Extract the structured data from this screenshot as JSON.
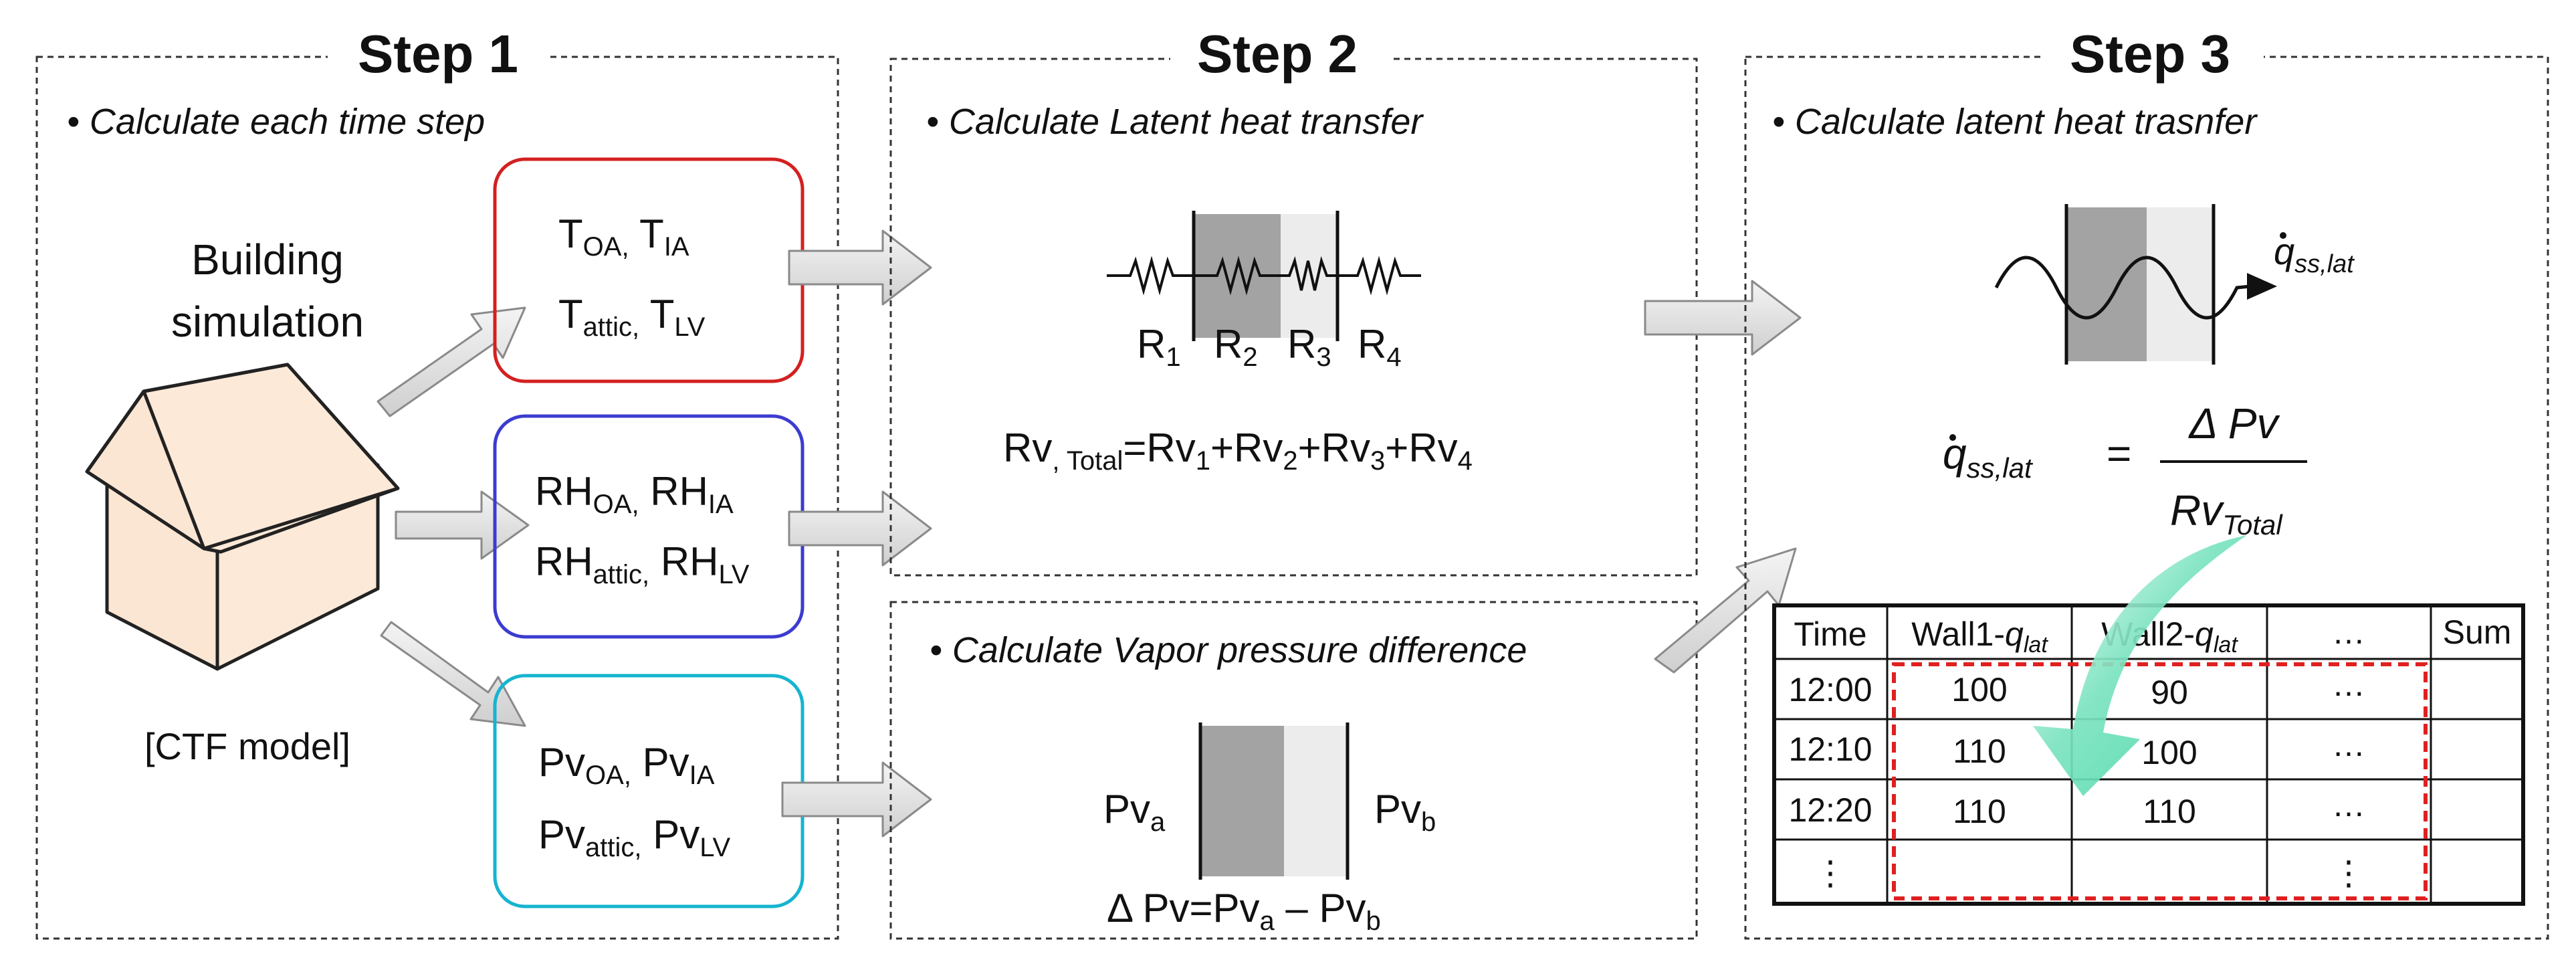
{
  "step1": {
    "title": "Step 1",
    "bullet": "• Calculate each time step",
    "building_label_line1": "Building",
    "building_label_line2": "simulation",
    "model_label": "[CTF model]",
    "temp_box": {
      "row1": [
        {
          "base": "T",
          "sub": "OA,"
        },
        {
          "base": "T",
          "sub": "IA"
        }
      ],
      "row2": [
        {
          "base": "T",
          "sub": "attic,"
        },
        {
          "base": "T",
          "sub": "LV"
        }
      ],
      "border_color": "#d42020"
    },
    "rh_box": {
      "row1": [
        {
          "base": "RH",
          "sub": "OA,"
        },
        {
          "base": "RH",
          "sub": "IA"
        }
      ],
      "row2": [
        {
          "base": "RH",
          "sub": "attic,"
        },
        {
          "base": "RH",
          "sub": "LV"
        }
      ],
      "border_color": "#3c3cd0"
    },
    "pv_box": {
      "row1": [
        {
          "base": "Pv",
          "sub": "OA,"
        },
        {
          "base": "Pv",
          "sub": "IA"
        }
      ],
      "row2": [
        {
          "base": "Pv",
          "sub": "attic,"
        },
        {
          "base": "Pv",
          "sub": "LV"
        }
      ],
      "border_color": "#16b4d0"
    }
  },
  "step2": {
    "title": "Step 2",
    "bullet_latent": "• Calculate Latent heat transfer",
    "resistors": [
      {
        "base": "R",
        "sub": "1"
      },
      {
        "base": "R",
        "sub": "2"
      },
      {
        "base": "R",
        "sub": "3"
      },
      {
        "base": "R",
        "sub": "4"
      }
    ],
    "total_eq": {
      "lhs_base": "Rv",
      "lhs_sub": ", Total",
      "terms": [
        {
          "base": "Rv",
          "sub": "1"
        },
        {
          "base": "Rv",
          "sub": "2"
        },
        {
          "base": "Rv",
          "sub": "3"
        },
        {
          "base": "Rv",
          "sub": "4"
        }
      ]
    },
    "bullet_vapor": "• Calculate Vapor pressure difference",
    "pv_a": {
      "base": "Pv",
      "sub": "a"
    },
    "pv_b": {
      "base": "Pv",
      "sub": "b"
    },
    "delta_eq": {
      "lhs": "Δ Pv=Pv",
      "sub_a": "a",
      "minus": " – Pv",
      "sub_b": "b"
    }
  },
  "step3": {
    "title": "Step 3",
    "bullet": "• Calculate latent heat trasnfer",
    "flux_label": {
      "base": "q",
      "sub": "ss,lat"
    },
    "equation": {
      "lhs_base": "q",
      "lhs_sub": "ss,lat",
      "equals": "=",
      "numerator": "Δ Pv",
      "denominator_base": "Rv",
      "denominator_sub": "Total"
    },
    "table": {
      "headers": [
        {
          "base": "Time",
          "sub": ""
        },
        {
          "base": "Wall1-",
          "italic": "q",
          "sub": "lat"
        },
        {
          "base": "Wall2-",
          "italic": "q",
          "sub": "lat"
        },
        {
          "base": "…",
          "sub": ""
        },
        {
          "base": "Sum",
          "sub": ""
        }
      ],
      "rows": [
        [
          "12:00",
          "100",
          "90",
          "…",
          ""
        ],
        [
          "12:10",
          "110",
          "100",
          "…",
          ""
        ],
        [
          "12:20",
          "110",
          "110",
          "…",
          ""
        ],
        [
          "⋮",
          "",
          "",
          "⋮",
          ""
        ]
      ]
    },
    "highlight_color": "#e02020",
    "arrow_color": "#6fe0b8"
  }
}
